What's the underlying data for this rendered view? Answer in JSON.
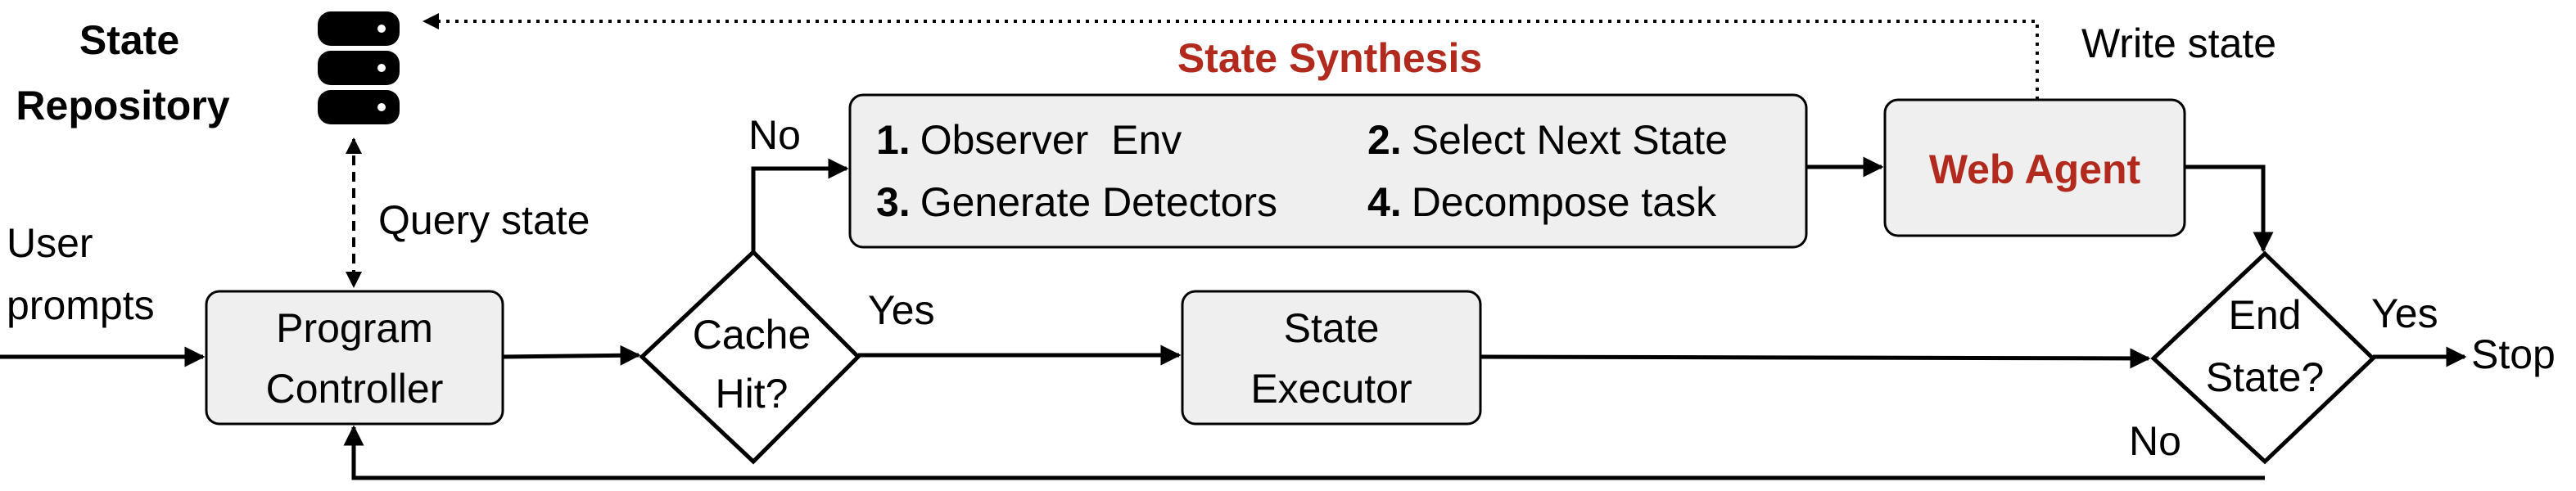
{
  "repository": {
    "title_line1": "State",
    "title_line2": "Repository",
    "icon": "database-icon"
  },
  "edges": {
    "query_state": "Query state",
    "write_state": "Write state",
    "cache_no": "No",
    "cache_yes": "Yes",
    "end_yes": "Yes",
    "end_no": "No"
  },
  "input": {
    "line1": "User",
    "line2": "prompts"
  },
  "program_controller": {
    "line1": "Program",
    "line2": "Controller"
  },
  "cache_hit": {
    "line1": "Cache",
    "line2": "Hit?"
  },
  "state_executor": {
    "line1": "State",
    "line2": "Executor"
  },
  "state_synthesis": {
    "title": "State Synthesis",
    "steps": [
      {
        "num": "1.",
        "text": "Observer  Env"
      },
      {
        "num": "2.",
        "text": "Select Next State"
      },
      {
        "num": "3.",
        "text": "Generate Detectors"
      },
      {
        "num": "4.",
        "text": "Decompose task"
      }
    ]
  },
  "web_agent": {
    "label": "Web Agent"
  },
  "end_state": {
    "line1": "End",
    "line2": "State?"
  },
  "output": {
    "label": "Stop"
  },
  "colors": {
    "accent_red": "#b22a1e",
    "box_fill": "#efefef"
  }
}
